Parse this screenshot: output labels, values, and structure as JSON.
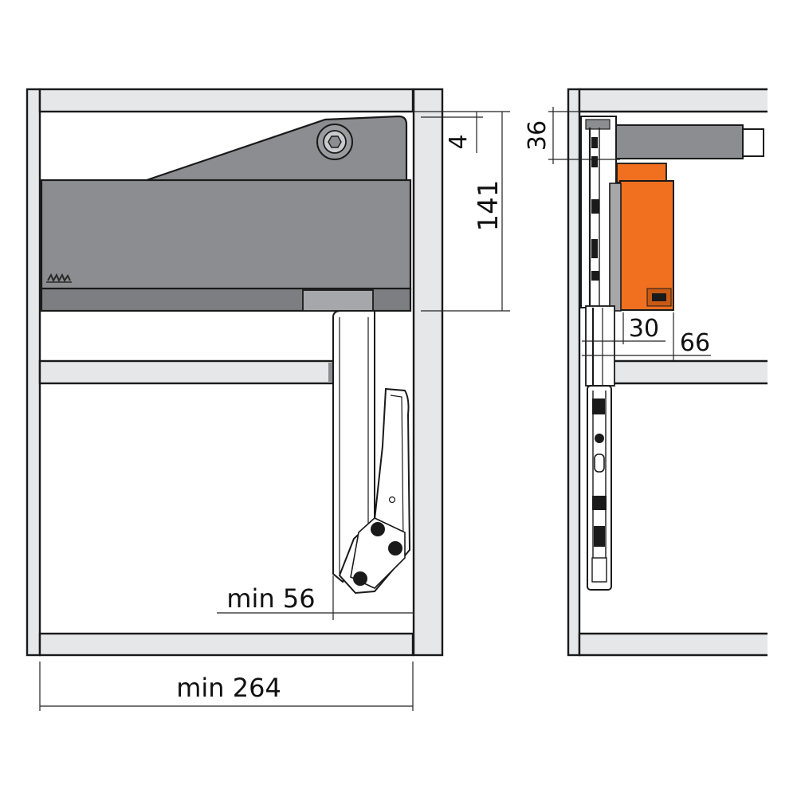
{
  "dimensions": {
    "top_gap": "4",
    "mechanism_height": "141",
    "side_top_gap": "36",
    "inner_depth": "30",
    "outer_depth": "66",
    "arm_clearance": "min 56",
    "cabinet_width": "min 264"
  },
  "colors": {
    "panel": "#e6e7e9",
    "housing": "#8c8d90",
    "housing_dark": "#7d7e81",
    "rail": "#a6a7aa",
    "accent": "#f07020",
    "outline": "#1a1a1a"
  },
  "icons": {
    "brand_mark": "blum-logo",
    "pivot": "hex-bolt-icon"
  }
}
